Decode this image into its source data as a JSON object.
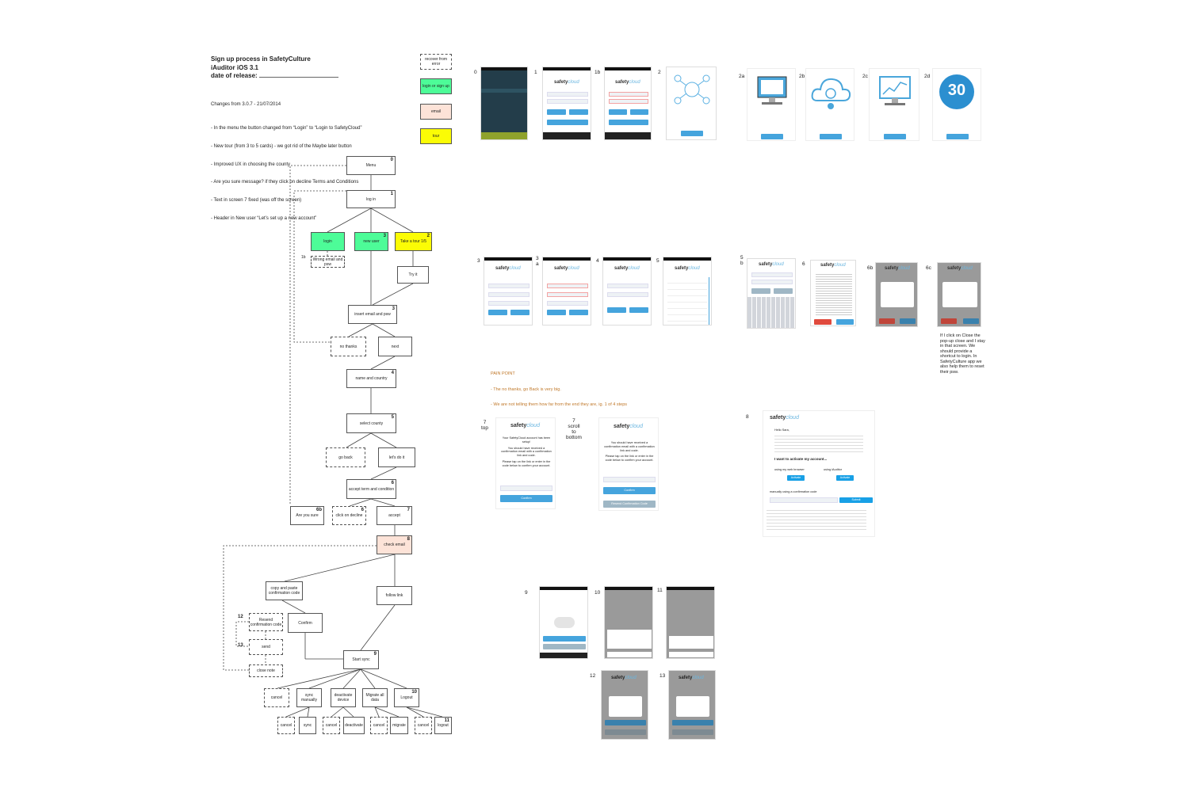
{
  "header": {
    "title_line1": "Sign up process in SafetyCulture",
    "title_line2": "iAuditor iOS 3.1",
    "title_line3": "date of release:"
  },
  "changes": {
    "heading": "Changes from 3.0.7 - 21/07/2014",
    "items": [
      "- In the menu the button changed from “Login” to “Login to SafetyCloud”",
      "- New tour (from 3 to 5 cards) - we got rid of the Maybe later button",
      "- Improved UX in choosing the county",
      "- Are you sure message? if they click on decline Terms and Conditions",
      "- Text in screen 7 fixed (was off the screen)",
      "- Header in New user “Let’s set up a new account”"
    ]
  },
  "legend": {
    "recover": "recover from error",
    "login_signup": "login or sign up",
    "email": "email",
    "tour": "tour"
  },
  "colors": {
    "green": "#4dfc98",
    "yellow": "#fbfc05",
    "pink": "#fde3d8",
    "accent": "#45a4dd"
  },
  "flow": {
    "menu": "Menu",
    "menu_num": "0",
    "login_node": "log in",
    "login_node_num": "1",
    "login_btn": "login",
    "new_user": "new user",
    "new_user_num": "3",
    "tour": "Take a tour 1/5",
    "tour_num": "2",
    "wrong": "Wrong email and psw",
    "wrong_tag": "1b",
    "try_it": "Try it",
    "insert_email": "insert email and psw",
    "insert_email_num": "3",
    "no_thanks": "no thanks",
    "next": "next",
    "name_country": "name and country",
    "name_country_num": "4",
    "select_county": "select county",
    "select_county_num": "5",
    "go_back": "go back",
    "lets_do_it": "let's do it",
    "accept_terms": "accept term and condition",
    "accept_terms_num": "6",
    "are_you_sure": "Are you sure",
    "are_you_sure_num": "6b",
    "click_decline": "click on decline",
    "click_decline_num": "6",
    "accept": "accept",
    "accept_num": "7",
    "check_email": "check email",
    "check_email_num": "8",
    "copy_paste": "copy and paste confirmation code",
    "follow_link": "follow link",
    "resend": "Resend confirmation code",
    "resend_num": "12",
    "confirm": "Confirm",
    "send": "send",
    "send_num": "13",
    "close_note": "close note",
    "start_sync": "Start sync",
    "start_sync_num": "9",
    "cancel": "cancel",
    "sync_manually": "sync manually",
    "deactivate_device": "deactivate device",
    "migrate_all": "Migrate all data",
    "logout": "Logout",
    "logout_num": "10",
    "leaf_cancel1": "cancel",
    "leaf_sync": "sync",
    "leaf_cancel2": "cancel",
    "leaf_deactivate": "deactivate",
    "leaf_cancel3": "cancel",
    "leaf_migrate": "migrate",
    "leaf_cancel4": "cancel",
    "leaf_logout": "logout",
    "leaf_logout_num": "11"
  },
  "screens": {
    "labels": {
      "s0": "0",
      "s1": "1",
      "s1b": "1b",
      "s2": "2",
      "s2a": "2a",
      "s2b": "2b",
      "s2c": "2c",
      "s2d": "2d",
      "s3": "3",
      "s3a": "3\na",
      "s4": "4",
      "s5": "5",
      "s5b": "5\nb",
      "s6": "6",
      "s6b": "6b",
      "s6c": "6c",
      "s7top": "7\ntop",
      "s7bottom": "7\nscroll\nto\nbottom",
      "s8": "8",
      "s9": "9",
      "s10": "10",
      "s11": "11",
      "s12": "12",
      "s13": "13"
    },
    "logo_a": "safety",
    "logo_b": "cloud",
    "thirty": "30",
    "email_text_7a": "Your SafetyCloud account has been setup!",
    "email_text_7b": "You should have received a confirmation email with a confirmation link and code.",
    "email_text_7c": "Please tap on the link or enter in the code below to confirm your account.",
    "confirm_btn": "Confirm",
    "resend_btn": "Resend Confirmation Code",
    "email8_hello": "Hello Sara,",
    "email8_activate": "I want to activate my account...",
    "email8_web": "using my web browser",
    "email8_iauditor": "using iAuditor",
    "email8_manual": "manually using a confirmation code",
    "email8_activate_btn": "Activate",
    "email8_submit": "Submit"
  },
  "pain_point": {
    "title": "PAIN POINT",
    "line1": "- The no thanks, go Back is very big.",
    "line2": "- We are not telling them how far from the end they are, ig. 1 of 4 steps"
  },
  "note_6c": "If I click on Close the pop-up close and I stay in that screen. We should provide a shortcut to login. In SafetyCulture app we also help them to reset their psw."
}
